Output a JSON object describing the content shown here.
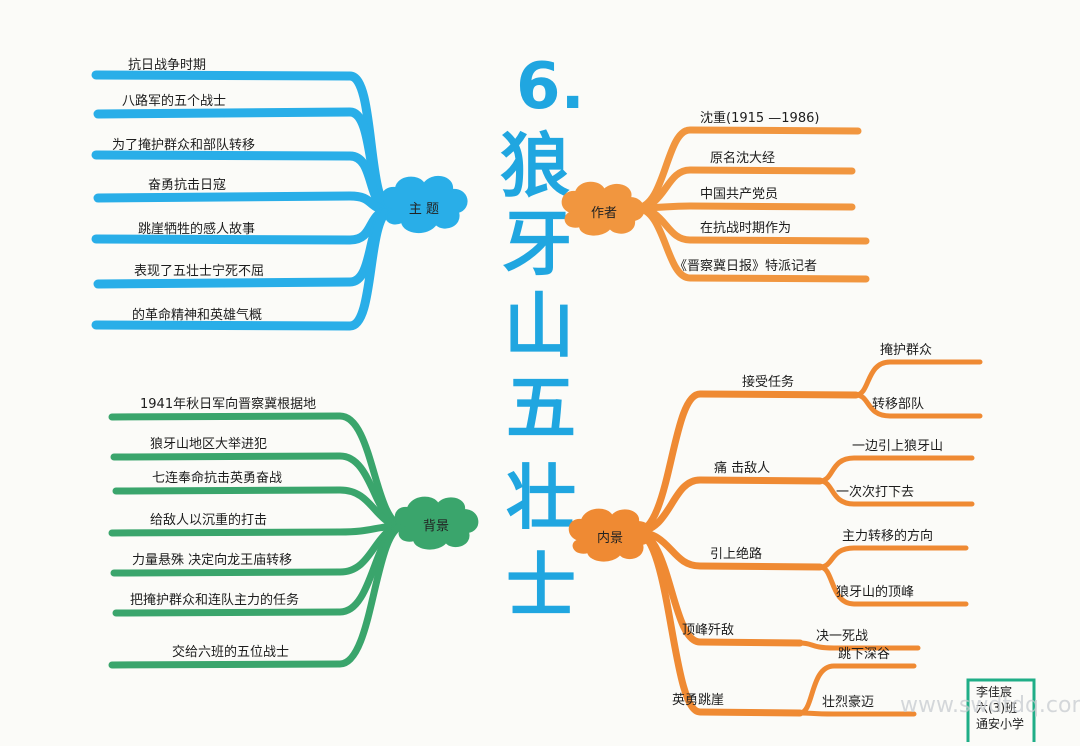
{
  "title": {
    "number": "6.",
    "chars": [
      "狼",
      "牙",
      "山",
      "五",
      "壮",
      "士"
    ]
  },
  "colors": {
    "theme": "#29aee8",
    "author": "#f1963f",
    "background": "#3aa56c",
    "content": "#ef8a33",
    "title": "#20a6e0",
    "signature": "#1fae87"
  },
  "branches": {
    "theme": {
      "label": "主 题",
      "items": [
        "抗日战争时期",
        "八路军的五个战士",
        "为了掩护群众和部队转移",
        "奋勇抗击日寇",
        "跳崖牺牲的感人故事",
        "表现了五壮士宁死不屈",
        "的革命精神和英雄气概"
      ]
    },
    "author": {
      "label": "作者",
      "items": [
        "沈重(1915 —1986)",
        "原名沈大经",
        "中国共产党员",
        "在抗战时期作为",
        "《晋察冀日报》特派记者"
      ]
    },
    "background": {
      "label": "背景",
      "items": [
        "1941年秋日军向晋察冀根据地",
        "狼牙山地区大举进犯",
        "七连奉命抗击英勇奋战",
        "给敌人以沉重的打击",
        "力量悬殊 决定向龙王庙转移",
        "把掩护群众和连队主力的任务",
        "交给六班的五位战士"
      ]
    },
    "content": {
      "label": "内景",
      "items": [
        {
          "text": "接受任务",
          "children": [
            "掩护群众",
            "转移部队"
          ]
        },
        {
          "text": "痛 击敌人",
          "children": [
            "一边引上狼牙山",
            "一次次打下去"
          ]
        },
        {
          "text": "引上绝路",
          "children": [
            "主力转移的方向",
            "狼牙山的顶峰"
          ]
        },
        {
          "text": "顶峰歼敌",
          "children": [
            "决一死战"
          ]
        },
        {
          "text": "英勇跳崖",
          "children": [
            "跳下深谷",
            "壮烈豪迈"
          ]
        }
      ]
    }
  },
  "signature": {
    "lines": [
      "李佳宸",
      "六(3)班",
      "通安小学"
    ]
  },
  "watermark": "www.swdtdq.com"
}
